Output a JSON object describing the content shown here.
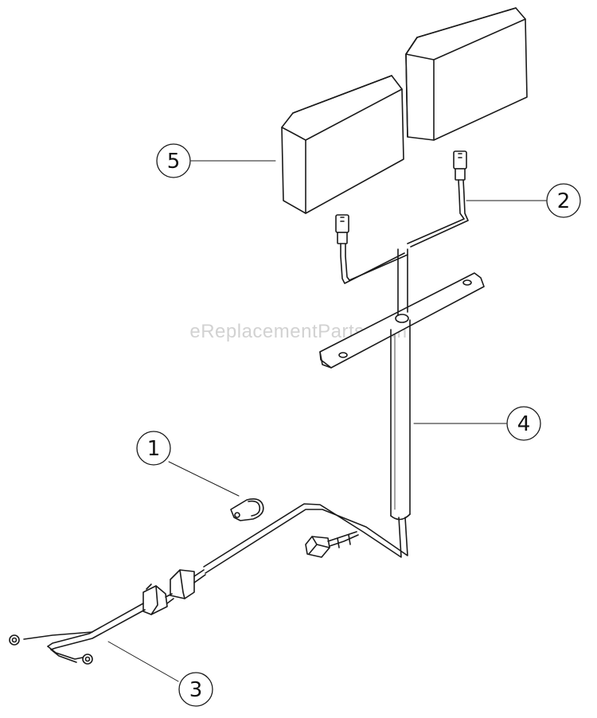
{
  "watermark": "eReplacementParts.com",
  "callouts": [
    {
      "id": "callout-1",
      "label": "1"
    },
    {
      "id": "callout-2",
      "label": "2"
    },
    {
      "id": "callout-3",
      "label": "3"
    },
    {
      "id": "callout-4",
      "label": "4"
    },
    {
      "id": "callout-5",
      "label": "5"
    }
  ],
  "colors": {
    "line": "#1a1a1a",
    "watermark": "#d2d2d2",
    "background": "#ffffff"
  }
}
